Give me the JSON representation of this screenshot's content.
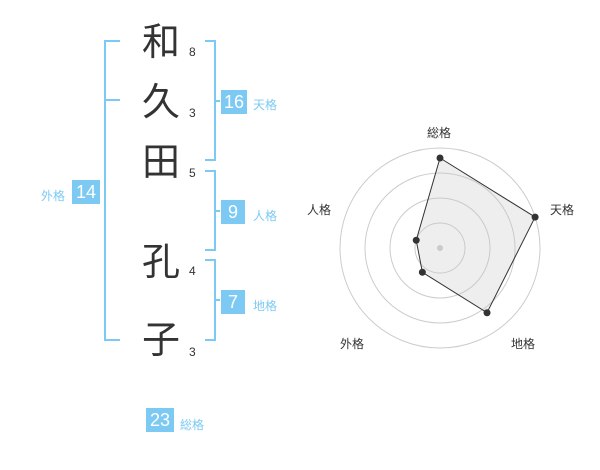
{
  "name": {
    "chars": [
      {
        "char": "和",
        "strokes": "8"
      },
      {
        "char": "久",
        "strokes": "3"
      },
      {
        "char": "田",
        "strokes": "5"
      },
      {
        "char": "孔",
        "strokes": "4"
      },
      {
        "char": "子",
        "strokes": "3"
      }
    ]
  },
  "fortune": {
    "tenkaku": {
      "value": "16",
      "label": "天格"
    },
    "jinkaku": {
      "value": "9",
      "label": "人格"
    },
    "chikaku": {
      "value": "7",
      "label": "地格"
    },
    "gaikaku": {
      "value": "14",
      "label": "外格"
    },
    "soukaku": {
      "value": "23",
      "label": "総格"
    }
  },
  "colors": {
    "accent": "#7ccaf3",
    "text": "#333333"
  },
  "chart_data": {
    "type": "radar",
    "axes": [
      "総格",
      "天格",
      "地格",
      "外格",
      "人格"
    ],
    "rings": 4,
    "values": [
      0.9,
      1.0,
      0.8,
      0.3,
      0.25
    ]
  }
}
